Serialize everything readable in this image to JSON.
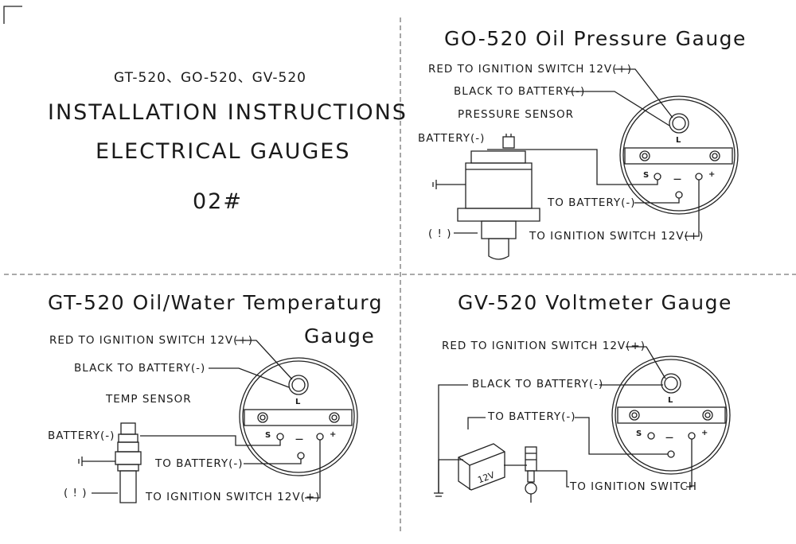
{
  "header": {
    "models": "GT-520、GO-520、GV-520",
    "line1": "INSTALLATION INSTRUCTIONS",
    "line2": "ELECTRICAL GAUGES",
    "code": "02#"
  },
  "oil_pressure": {
    "title": "GO-520  Oil Pressure Gauge",
    "red": "RED TO IGNITION SWITCH 12V(+)",
    "black": "BLACK TO BATTERY(-)",
    "sensor": "PRESSURE SENSOR",
    "battery": "BATTERY(-)",
    "warning": "( ! )",
    "to_battery": "TO BATTERY(-)",
    "to_ignition": "TO IGNITION SWITCH 12V(+)"
  },
  "temperature": {
    "title1": "GT-520  Oil/Water Temperaturg",
    "title2": "Gauge",
    "red": "RED TO IGNITION SWITCH 12V(+)",
    "black": "BLACK TO BATTERY(-)",
    "sensor": "TEMP SENSOR",
    "battery": "BATTERY(-)",
    "warning": "( ! )",
    "to_battery": "TO BATTERY(-)",
    "to_ignition": "TO IGNITION SWITCH 12V(+)"
  },
  "voltmeter": {
    "title": "GV-520   Voltmeter Gauge",
    "red": "RED TO IGNITION SWITCH 12V(+)",
    "black": "BLACK TO BATTERY(-)",
    "to_battery": "TO BATTERY(-)",
    "to_ignition": "TO IGNITION SWITCH",
    "battery_label": "12V"
  },
  "terminals": {
    "l": "L",
    "s": "S",
    "minus": "—",
    "plus": "+"
  }
}
